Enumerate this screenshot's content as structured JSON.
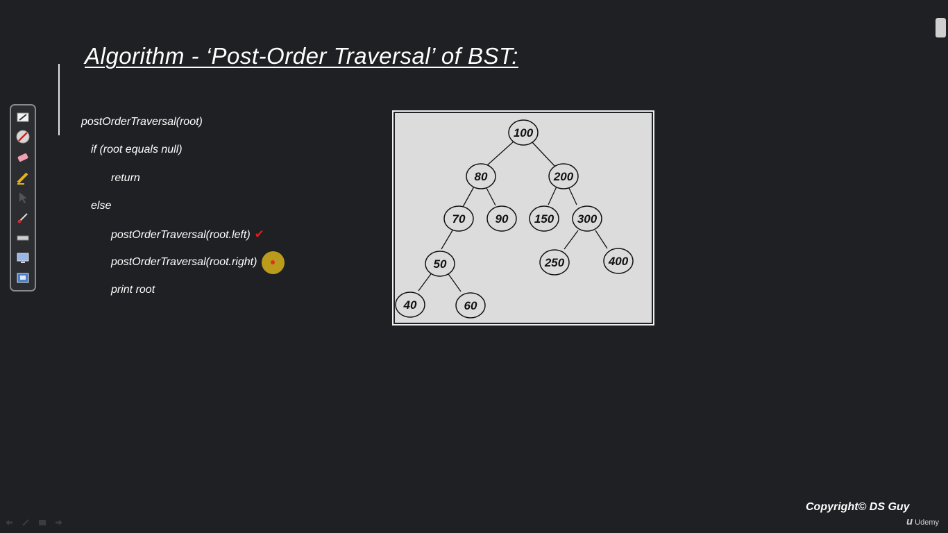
{
  "slide": {
    "title": "Algorithm - ‘Post-Order Traversal’ of BST:"
  },
  "code": {
    "lines": [
      "postOrderTraversal(root)",
      "if (root equals null)",
      "return",
      "else",
      "postOrderTraversal(root.left)",
      "postOrderTraversal(root.right)",
      "print root"
    ],
    "check_mark": "✔"
  },
  "tree": {
    "nodes": [
      "100",
      "80",
      "200",
      "70",
      "90",
      "150",
      "300",
      "50",
      "250",
      "400",
      "40",
      "60"
    ]
  },
  "toolbar": {
    "tools": [
      "pen-tool-icon",
      "no-draw-icon",
      "eraser-icon",
      "highlighter-icon",
      "pointer-arrow-icon",
      "brush-icon",
      "ruler-icon",
      "screen-icon",
      "capture-icon"
    ]
  },
  "footer": {
    "copyright": "Copyright© DS Guy",
    "brand": "Udemy"
  },
  "colors": {
    "background": "#1e2023",
    "tree_background": "#dcdcdc",
    "check_red": "#e01b1b",
    "pointer_yellow": "#d6b21a"
  }
}
